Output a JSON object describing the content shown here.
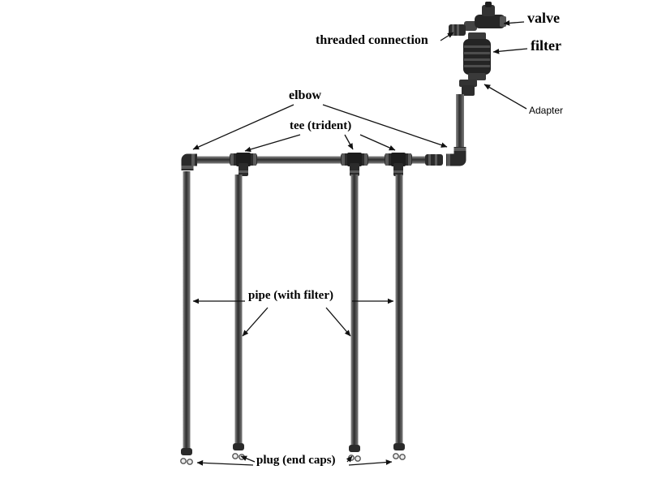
{
  "diagram": {
    "labels": {
      "valve": "valve",
      "threaded_connection": "threaded connection",
      "filter": "filter",
      "adapter": "Adapter",
      "elbow": "elbow",
      "tee": "tee (trident)",
      "pipe": "pipe (with filter)",
      "plug": "plug (end caps)"
    },
    "colors": {
      "background": "#ffffff",
      "pipe": "#3a3a3a",
      "fitting": "#2b2b2b",
      "rib_highlight": "#5a5a5a",
      "arrow": "#111111",
      "label_text": "#000000"
    }
  }
}
